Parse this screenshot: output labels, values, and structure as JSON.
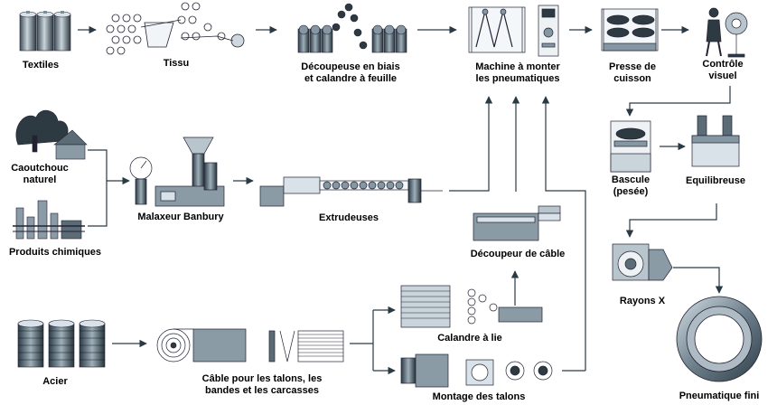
{
  "labels": {
    "textiles": "Textiles",
    "tissu": "Tissu",
    "decoupeuse": "Découpeuse en biais\net calandre à feuille",
    "machine": "Machine à monter\nles pneumatiques",
    "presse": "Presse de\ncuisson",
    "controle": "Contrôle\nvisuel",
    "caoutchouc": "Caoutchouc\nnaturel",
    "produits": "Produits chimiques",
    "banbury": "Malaxeur Banbury",
    "extrudeuses": "Extrudeuses",
    "decoupeur_cable": "Découpeur de câble",
    "bascule": "Bascule\n(pesée)",
    "equilibreuse": "Equilibreuse",
    "rayons": "Rayons X",
    "acier": "Acier",
    "cable": "Câble pour les talons, les\nbandes et les carcasses",
    "calandre_lie": "Calandre à lie",
    "montage": "Montage des talons",
    "fini": "Pneumatique fini"
  }
}
